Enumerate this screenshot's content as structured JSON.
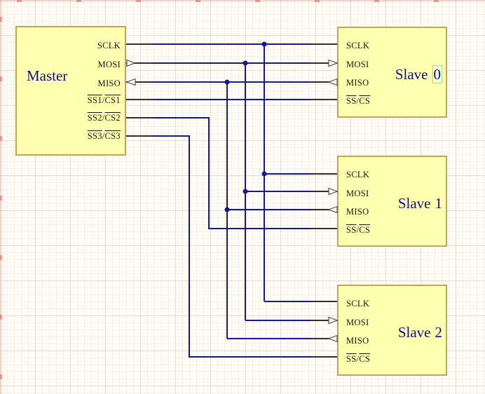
{
  "master": {
    "name": "Master",
    "pins": [
      {
        "a": "SCLK",
        "sep": "",
        "b": ""
      },
      {
        "a": "MOSI",
        "sep": "",
        "b": ""
      },
      {
        "a": "MISO",
        "sep": "",
        "b": ""
      },
      {
        "a": "SS1",
        "sep": "/",
        "b": "CS1"
      },
      {
        "a": "SS2",
        "sep": "/",
        "b": "CS2"
      },
      {
        "a": "SS3",
        "sep": "/",
        "b": "CS3"
      }
    ]
  },
  "slaves": [
    {
      "prefix": "Slave",
      "number": "0"
    },
    {
      "prefix": "Slave",
      "number": "1"
    },
    {
      "prefix": "Slave",
      "number": "2"
    }
  ],
  "slave_pins": {
    "sclk": "SCLK",
    "mosi": "MOSI",
    "miso": "MISO",
    "ss_a": "SS",
    "sep": "/",
    "ss_b": "CS"
  },
  "colors": {
    "wire": "#17178F",
    "pin_stub": "#2F2F2F",
    "component_fill": "#FFFFB0",
    "component_border": "#C9A355",
    "name_text": "#10107E",
    "pin_text": "#141414",
    "background": "#FCFCF4",
    "selection_green": "#9ADF9A"
  }
}
